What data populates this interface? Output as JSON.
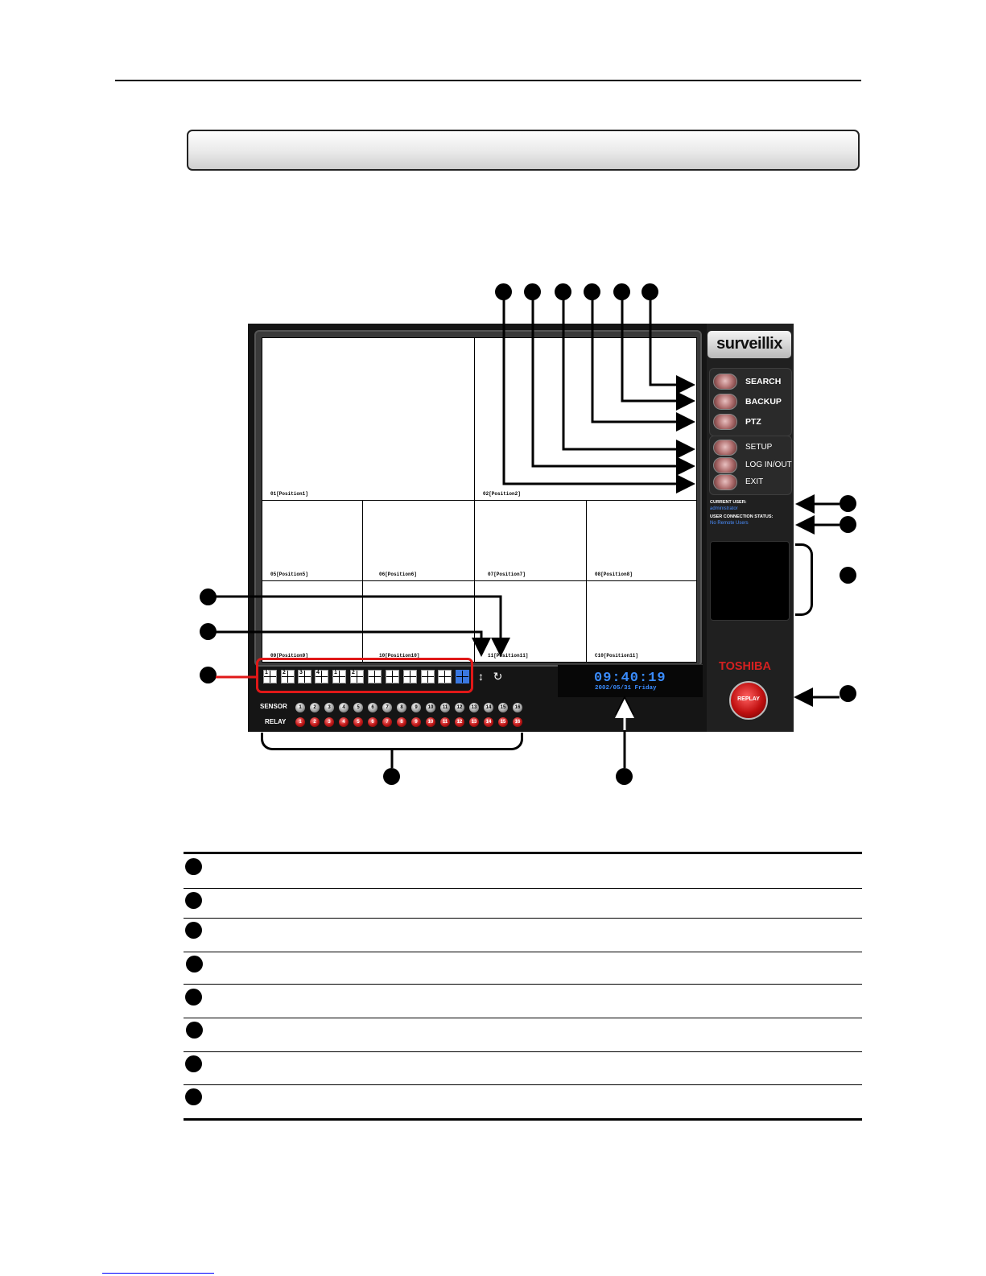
{
  "app": {
    "brand": "surveillix",
    "side_brand": "TOSHIBA",
    "menu_primary": [
      "SEARCH",
      "BACKUP",
      "PTZ"
    ],
    "menu_secondary": [
      "SETUP",
      "LOG IN/OUT",
      "EXIT"
    ],
    "status": {
      "current_user_label": "CURRENT USER:",
      "current_user_value": "administrator",
      "connection_label": "USER CONNECTION STATUS:",
      "connection_value": "No Remote Users"
    },
    "clock": {
      "time": "09:40:19",
      "date": "2002/05/31  Friday"
    },
    "replay_label": "REPLAY",
    "cameras": [
      "01[Position1]",
      "02[Position2]",
      "05[Position5]",
      "06[Position6]",
      "07[Position7]",
      "08[Position8]",
      "09[Position9]",
      "10[Position10]",
      "11[Position11]",
      "C10[Position11]"
    ],
    "layout_buttons": [
      "1",
      "2",
      "3",
      "4",
      "1",
      "2",
      "",
      "",
      "",
      "",
      "",
      ""
    ],
    "io": {
      "sensor_label": "SENSOR",
      "relay_label": "RELAY",
      "numbers": [
        "1",
        "2",
        "3",
        "4",
        "5",
        "6",
        "7",
        "8",
        "9",
        "10",
        "11",
        "12",
        "13",
        "14",
        "15",
        "16"
      ]
    }
  }
}
